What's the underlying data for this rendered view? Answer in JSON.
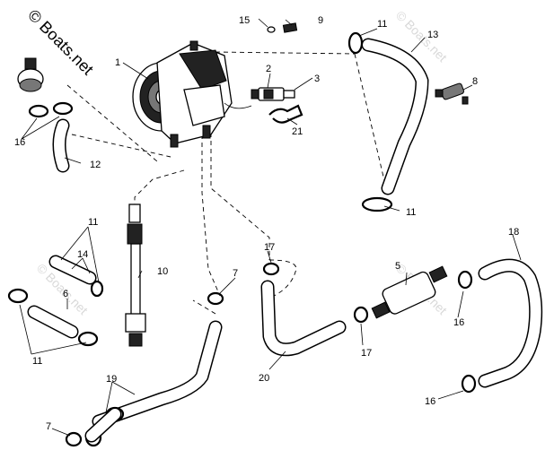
{
  "watermark": {
    "main": "© Boats.net",
    "faint": "© Boats.net"
  },
  "callouts": [
    "1",
    "2",
    "3",
    "5",
    "6",
    "7",
    "7",
    "8",
    "9",
    "10",
    "11",
    "11",
    "11",
    "11",
    "12",
    "13",
    "14",
    "15",
    "16",
    "16",
    "16",
    "17",
    "17",
    "18",
    "19",
    "20",
    "21"
  ]
}
